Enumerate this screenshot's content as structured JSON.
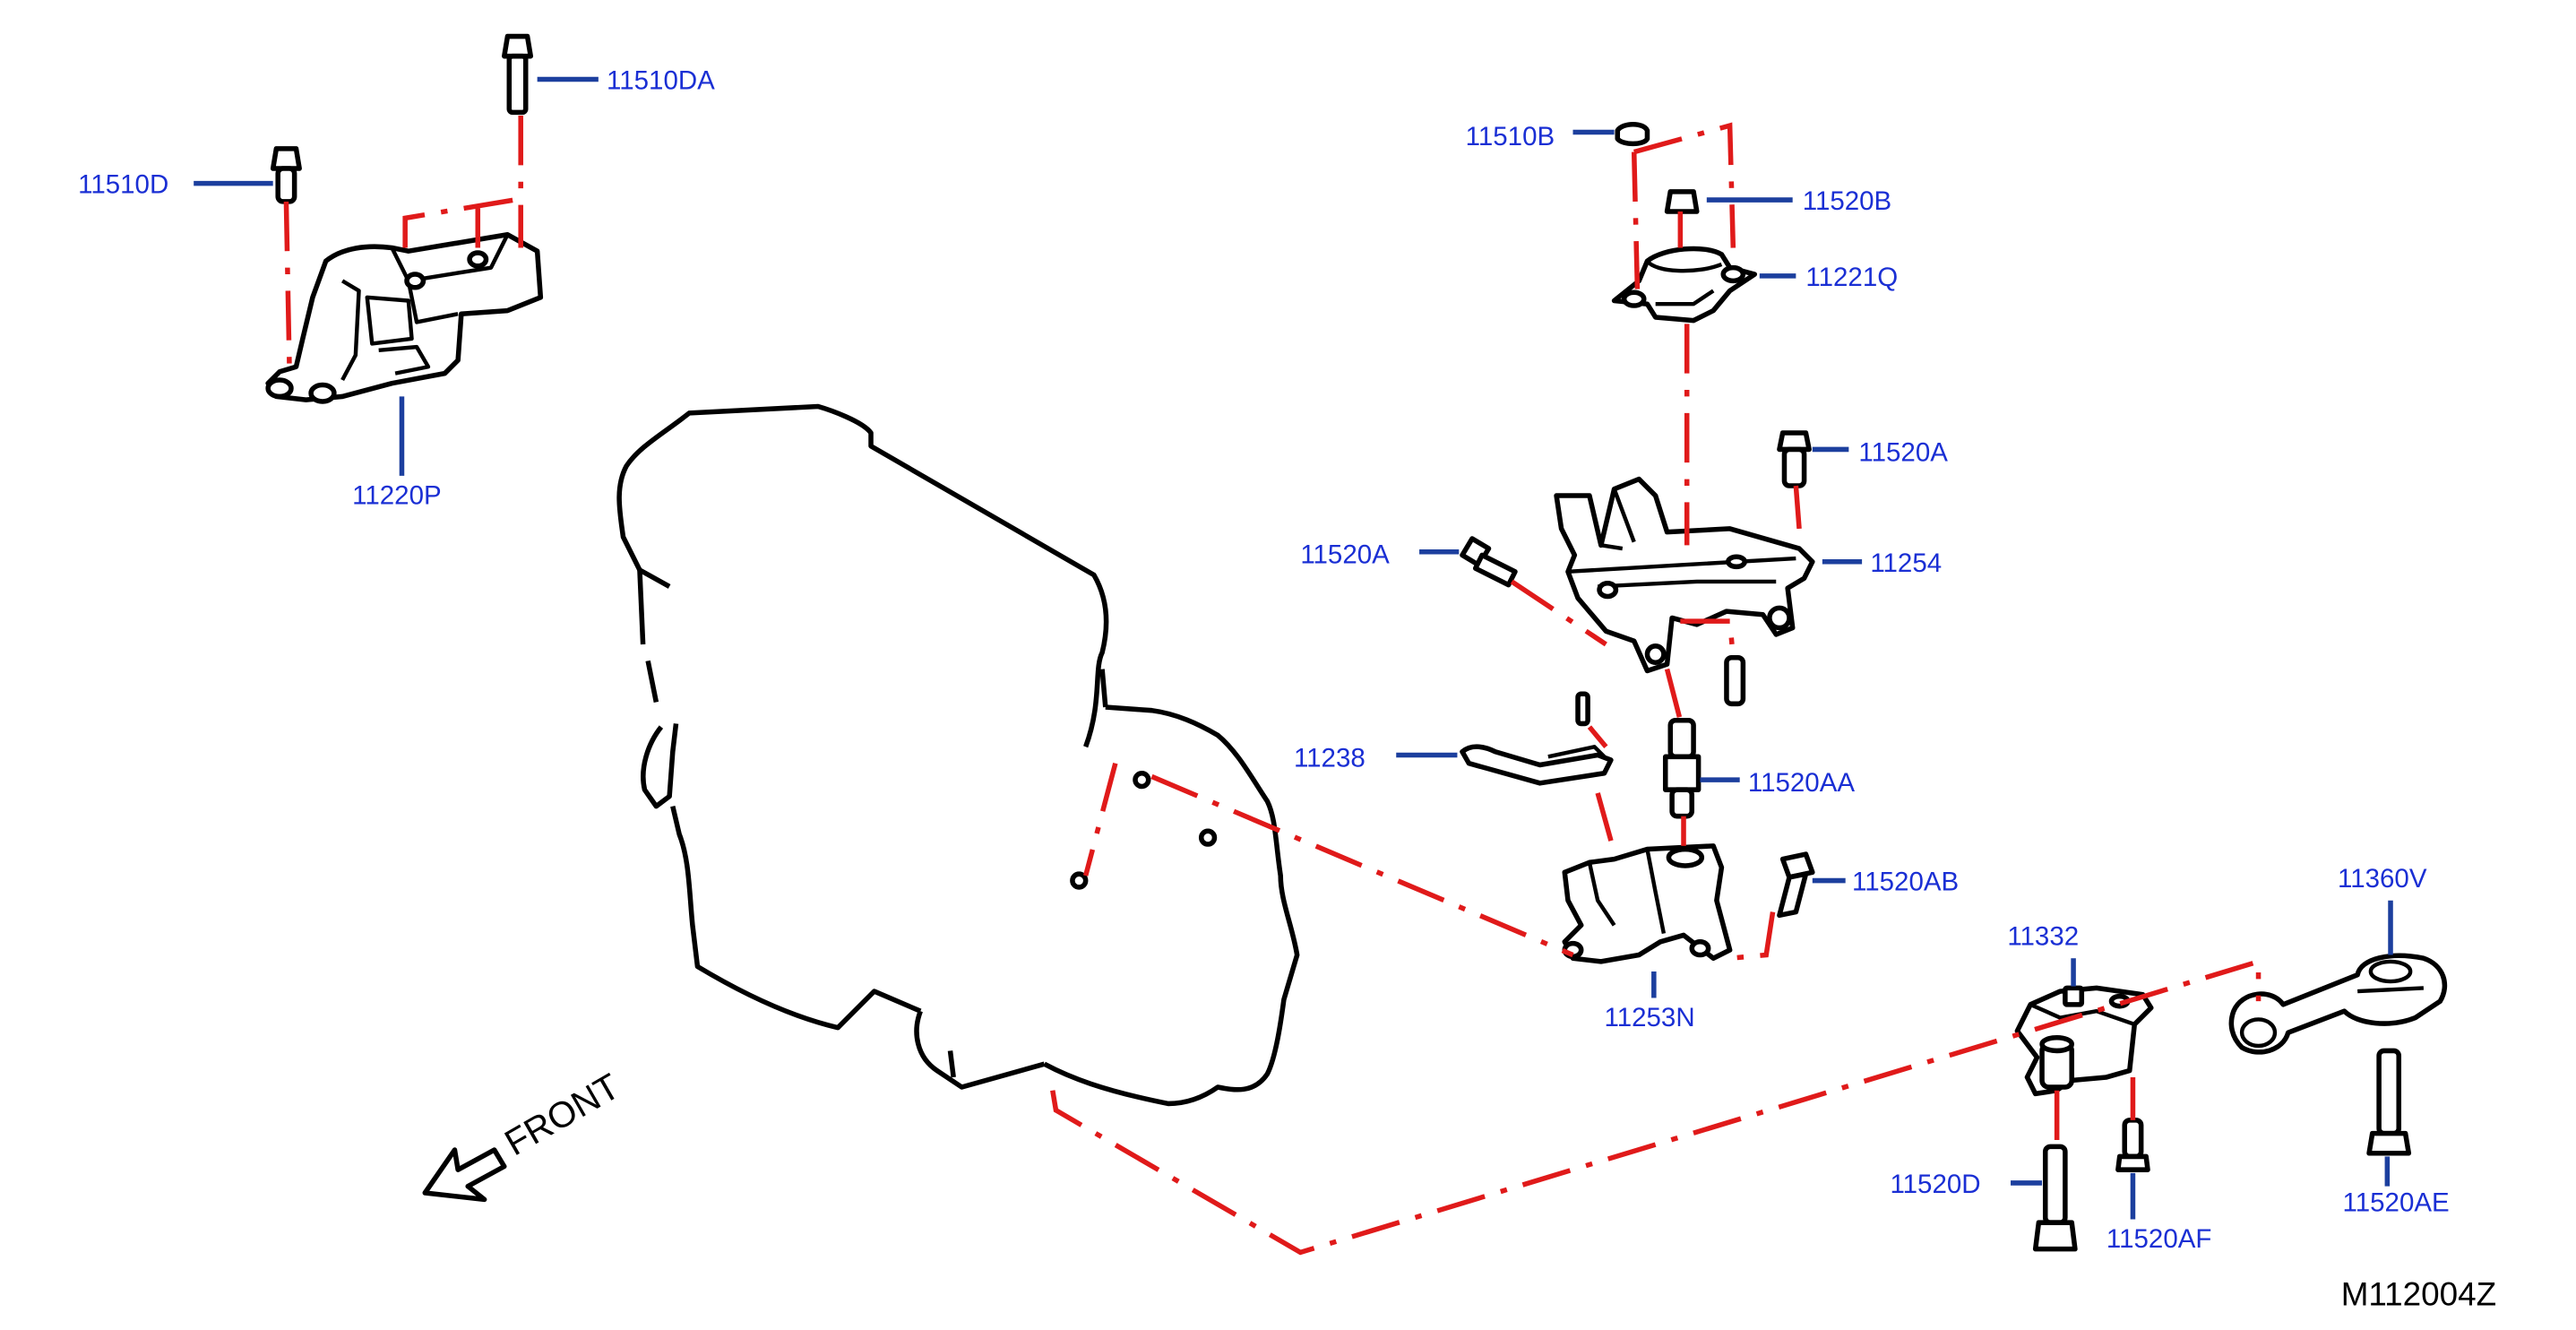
{
  "diagram": {
    "reference_code": "M112004Z",
    "direction_label": "FRONT",
    "part_labels": [
      {
        "id": "11510DA",
        "text": "11510DA"
      },
      {
        "id": "11510D",
        "text": "11510D"
      },
      {
        "id": "11220P",
        "text": "11220P"
      },
      {
        "id": "11510B",
        "text": "11510B"
      },
      {
        "id": "11520B",
        "text": "11520B"
      },
      {
        "id": "11221Q",
        "text": "11221Q"
      },
      {
        "id": "11520A_right",
        "text": "11520A"
      },
      {
        "id": "11520A_left",
        "text": "11520A"
      },
      {
        "id": "11254",
        "text": "11254"
      },
      {
        "id": "11238",
        "text": "11238"
      },
      {
        "id": "11520AA",
        "text": "11520AA"
      },
      {
        "id": "11520AB",
        "text": "11520AB"
      },
      {
        "id": "11253N",
        "text": "11253N"
      },
      {
        "id": "11332",
        "text": "11332"
      },
      {
        "id": "11360V",
        "text": "11360V"
      },
      {
        "id": "11520D",
        "text": "11520D"
      },
      {
        "id": "11520AF",
        "text": "11520AF"
      },
      {
        "id": "11520AE",
        "text": "11520AE"
      }
    ],
    "colors": {
      "label_text": "#1a2fd4",
      "leader_line": "#1c3f9e",
      "center_line": "#e01a1a",
      "outline": "#000000"
    }
  }
}
